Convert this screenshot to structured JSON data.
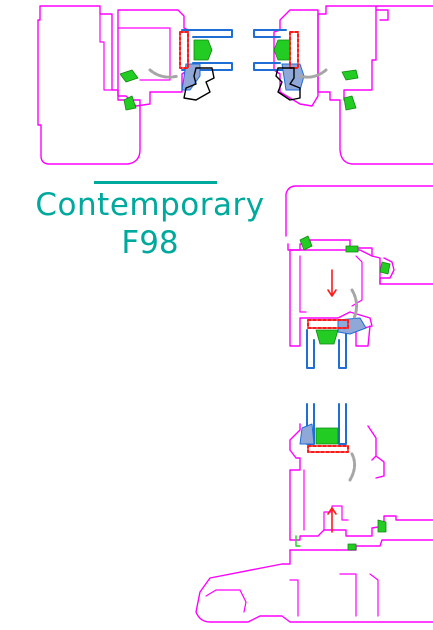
{
  "title": {
    "main": "Contemporary",
    "sub": "F98"
  },
  "colors": {
    "frame_outline": "#ff00ff",
    "glass_outline": "#1e6ed6",
    "gasket": "#22cc22",
    "reinforcement": "#ff1a1a",
    "cavity_fill": "#8fa8d8",
    "arrow": "#a6a6a6",
    "handle_outline": "#000000",
    "accent_text": "#00a99d"
  },
  "sections": [
    {
      "name": "section-horizontal-meeting-stiles"
    },
    {
      "name": "section-vertical-head"
    },
    {
      "name": "section-vertical-sill"
    }
  ]
}
